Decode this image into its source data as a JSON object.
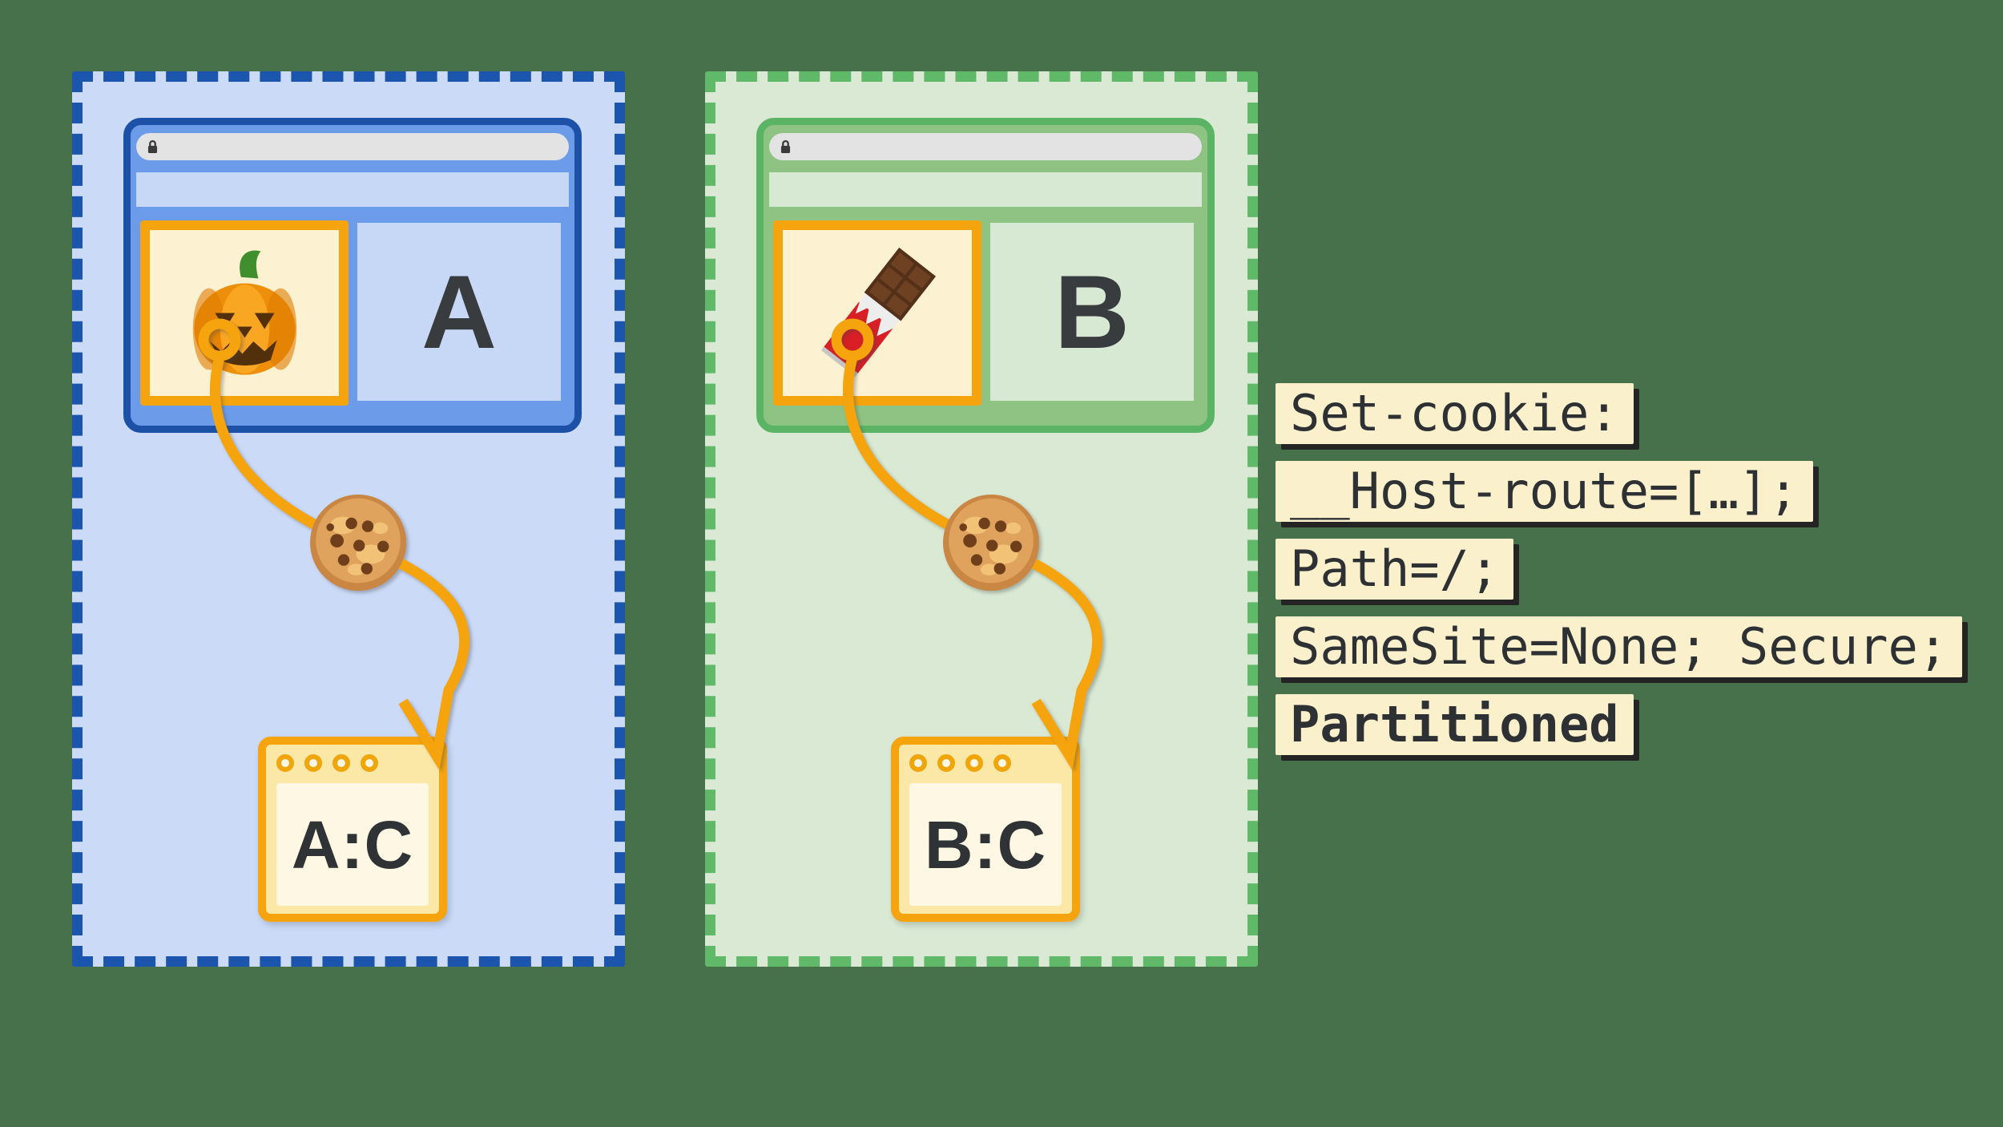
{
  "shared_colors": {
    "background": "#47714A",
    "orange": "#F5A40E",
    "dot": "#F0A50A",
    "urlbar": "#E3E3E3",
    "iframe-bg": "#FCF1D1",
    "box-bg": "#FCE8A6",
    "box-inner": "#FDF7E3",
    "letter": "#393C3F",
    "code-bg": "#FBF0CC",
    "code-fg": "#2E3134",
    "code-shadow": "#242424"
  },
  "panels": [
    {
      "name": "site-a-partition",
      "site_label": "A",
      "storage_label": "A:C",
      "iframe_icon": "pumpkin-icon",
      "flow_icon": "cookie-icon",
      "colors": {
        "dash": "#1B55AE",
        "fill": "#CBDAF7",
        "chrome": "#6C9CE9",
        "chrome-border": "#1D51A8",
        "light": "#C7D8F6"
      }
    },
    {
      "name": "site-b-partition",
      "site_label": "B",
      "storage_label": "B:C",
      "iframe_icon": "chocolate-icon",
      "flow_icon": "cookie-icon",
      "colors": {
        "dash": "#60B869",
        "fill": "#D9E9D4",
        "chrome": "#8FC384",
        "chrome-border": "#5BB465",
        "light": "#D8E9D3"
      }
    }
  ],
  "code_block": {
    "lines": [
      {
        "text": "Set-cookie:",
        "bold": false
      },
      {
        "text": "__Host-route=[…];",
        "bold": false
      },
      {
        "text": "Path=/;",
        "bold": false
      },
      {
        "text": "SameSite=None; Secure;",
        "bold": false
      },
      {
        "text": "Partitioned",
        "bold": true
      }
    ]
  }
}
